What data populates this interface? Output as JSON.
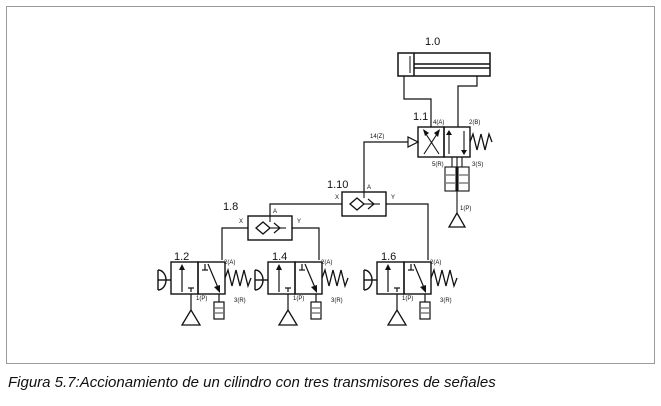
{
  "diagram": {
    "components": {
      "cylinder": "1.0",
      "main_valve": "1.1",
      "shuttle_main": "1.10",
      "shuttle_left": "1.8",
      "valve_a": "1.2",
      "valve_b": "1.4",
      "valve_c": "1.6"
    },
    "ports": {
      "A": "A",
      "X": "X",
      "Y": "Y",
      "main_4": "4(A)",
      "main_2": "2(B)",
      "main_5": "5(R)",
      "main_3": "3(S)",
      "main_1": "1(P)",
      "main_14": "14(Z)",
      "valve_2": "2(A)",
      "valve_1": "1(P)",
      "valve_3": "3(R)"
    }
  },
  "caption": "Figura 5.7:Accionamiento de un cilindro con tres transmisores de señales"
}
